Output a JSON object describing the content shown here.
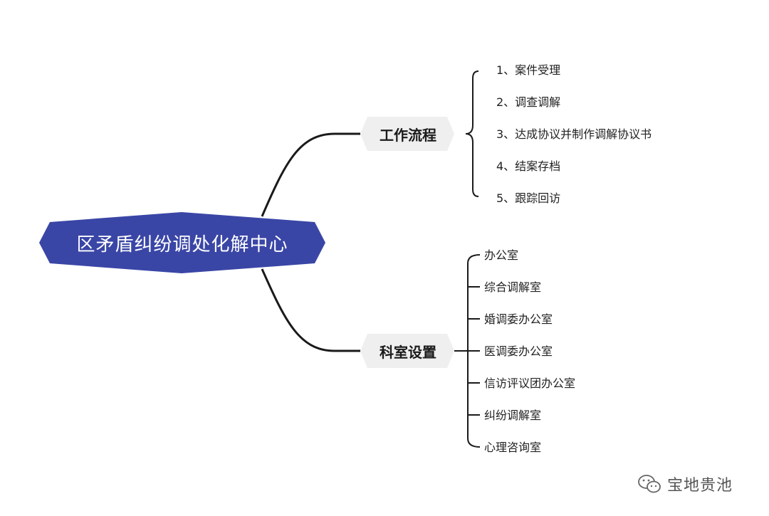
{
  "root": {
    "label": "区矛盾纠纷调处化解中心"
  },
  "branches": [
    {
      "label": "工作流程",
      "items": [
        "1、案件受理",
        "2、调查调解",
        "3、达成协议并制作调解协议书",
        "4、结案存档",
        "5、跟踪回访"
      ]
    },
    {
      "label": "科室设置",
      "items": [
        "办公室",
        "综合调解室",
        "婚调委办公室",
        "医调委办公室",
        "信访评议团办公室",
        "纠纷调解室",
        "心理咨询室"
      ]
    }
  ],
  "watermark": {
    "text": "宝地贵池",
    "icon": "wechat-icon"
  },
  "colors": {
    "root_fill": "#3a46a6",
    "branch_fill": "#efefef",
    "line": "#1a1a1a"
  }
}
